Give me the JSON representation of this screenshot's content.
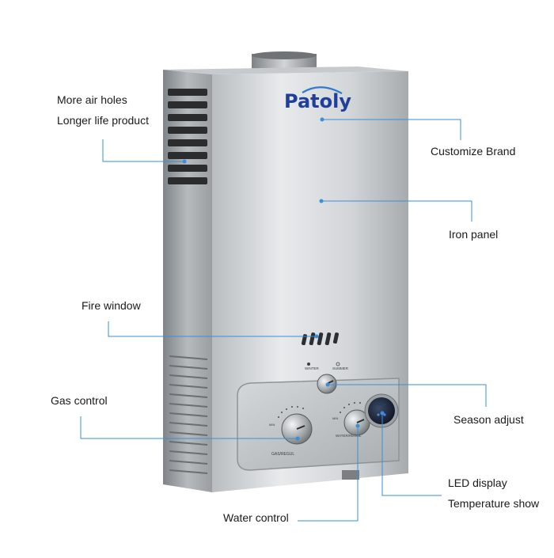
{
  "product": {
    "brand": "Patoly",
    "knob_labels": {
      "winter": "WINTER",
      "summer": "SUMMER",
      "gas": "GAS/REGUL",
      "water": "WATER/REGUL",
      "min": "MIN"
    }
  },
  "callouts": {
    "air_holes": "More air holes",
    "longer_life": "Longer life product",
    "customize_brand": "Customize Brand",
    "iron_panel": "Iron panel",
    "fire_window": "Fire window",
    "gas_control": "Gas control",
    "season_adjust": "Season adjust",
    "led_display": "LED display",
    "temperature_show": "Temperature show",
    "water_control": "Water control"
  },
  "colors": {
    "leader_line": "#3a8fd8",
    "body_light": "#e4e6e8",
    "body_dark": "#8e9397",
    "brand_blue": "#1f3f9a",
    "background": "#ffffff"
  }
}
